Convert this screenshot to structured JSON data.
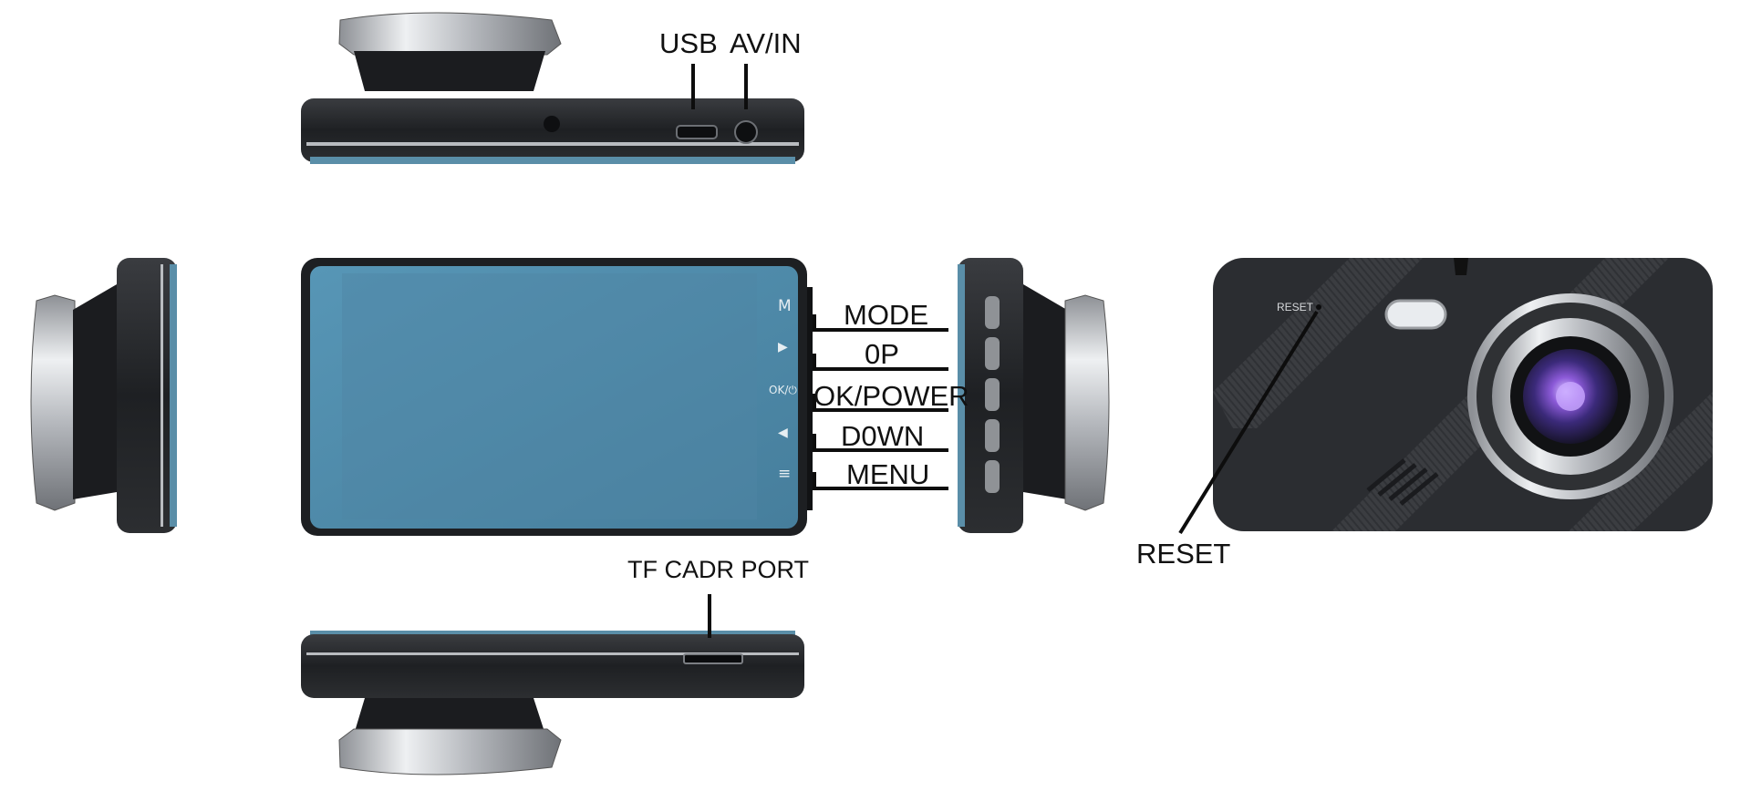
{
  "colors": {
    "screen": "#4d8bab",
    "screen_inner": "#4f86a3",
    "body": "#2a2c30",
    "body_edge": "#111214",
    "chrome": "#c9cbcf",
    "lens_purple": "#6a43b8",
    "leader": "#0d0d0d"
  },
  "labels": {
    "usb": "USB",
    "av_in": "AV/IN",
    "mode": "MODE",
    "up": "0P",
    "ok_power": "OK/POWER",
    "down": "D0WN",
    "menu": "MENU",
    "tf_card": "TF CADR PORT",
    "reset": "RESET"
  },
  "device": {
    "screen_icons": {
      "mode": "M",
      "up": "▶",
      "ok": "OK/⏻",
      "down": "◀",
      "menu": "≡"
    },
    "reset_print": "RESET"
  },
  "icons": [
    "usb-port-icon",
    "av-in-jack-icon",
    "tf-card-slot-icon",
    "camera-lens-icon",
    "reset-hole-icon"
  ]
}
